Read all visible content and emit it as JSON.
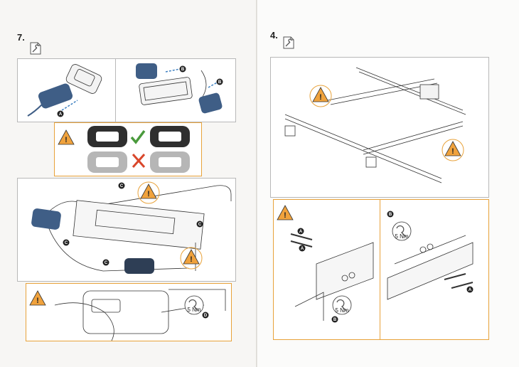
{
  "left_page": {
    "step_number": "7.",
    "torque_label": "5 Nm",
    "labels": {
      "a": "A",
      "b": "B",
      "c": "C",
      "d": "D"
    }
  },
  "right_page": {
    "step_number": "4.",
    "torque_label_top": "5 Nm",
    "torque_label_bottom": "5 Nm",
    "labels": {
      "a": "A",
      "b": "B"
    }
  },
  "icons": [
    "wrench-tool-icon",
    "warning-triangle-icon",
    "check-mark-icon",
    "cross-mark-icon",
    "wrench-torque-icon"
  ],
  "colors": {
    "accent": "#e8a23a",
    "warning_fill": "#f0a23c",
    "part_blue": "#3f5e86",
    "check": "#4a9a3c",
    "cross": "#d9472b"
  }
}
